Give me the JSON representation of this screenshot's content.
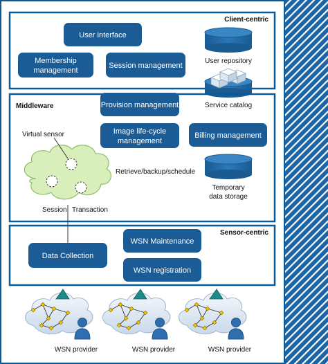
{
  "colors": {
    "box_blue": "#1b5c96",
    "frame_blue": "#0b5a98",
    "stripe_bg": "#1b64a6",
    "cloud_green": "#d8efbc",
    "wsn_cloud": "#e4edf5",
    "person_blue": "#2f6fb0"
  },
  "layers": {
    "client": {
      "title": "Client-centric",
      "user_interface": "User interface",
      "membership_line1": "Membership",
      "membership_line2": "management",
      "session_mgmt": "Session  management",
      "user_repository": "User repository",
      "service_catalog": "Service catalog"
    },
    "middleware": {
      "title": "Middleware",
      "provision": "Provision management",
      "image_line1": "Image life-cycle",
      "image_line2": "management",
      "billing": "Billing management",
      "virtual_sensor": "Virtual sensor",
      "retrieve": "Retrieve/backup/schedule",
      "temp_line1": "Temporary",
      "temp_line2": "data storage",
      "session": "Session",
      "transaction": "Transaction"
    },
    "sensor": {
      "title": "Sensor-centric",
      "data_collection": "Data Collection",
      "wsn_maintenance": "WSN Maintenance",
      "wsn_registration": "WSN registration"
    }
  },
  "providers": [
    {
      "label": "WSN provider"
    },
    {
      "label": "WSN provider"
    },
    {
      "label": "WSN provider"
    }
  ]
}
